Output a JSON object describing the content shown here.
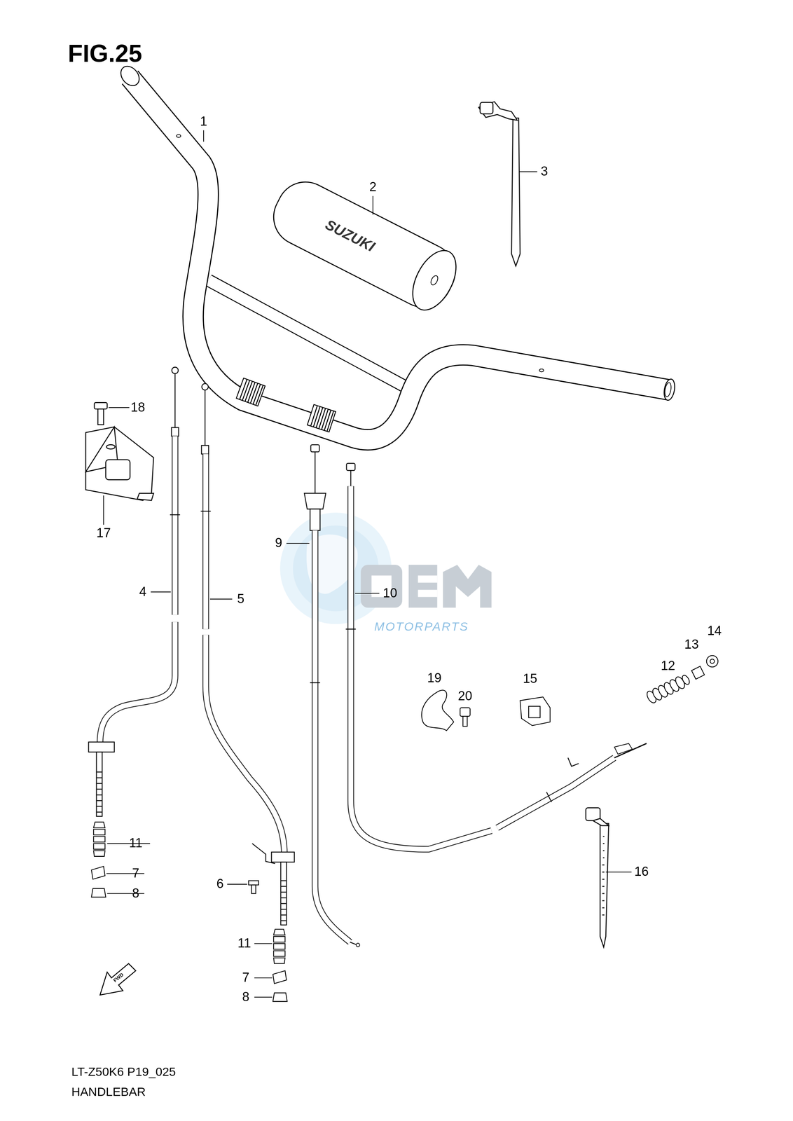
{
  "diagram": {
    "title": "FIG.25",
    "labels": [
      "1",
      "2",
      "3",
      "18",
      "17",
      "9",
      "4",
      "5",
      "10",
      "19",
      "20",
      "15",
      "12",
      "13",
      "14",
      "11",
      "7",
      "8",
      "6",
      "11",
      "7",
      "8",
      "16",
      "SUZUKI",
      "FWD",
      "MOTORPARTS",
      "LT-Z50K6 P19_025",
      "HANDLEBAR"
    ]
  }
}
